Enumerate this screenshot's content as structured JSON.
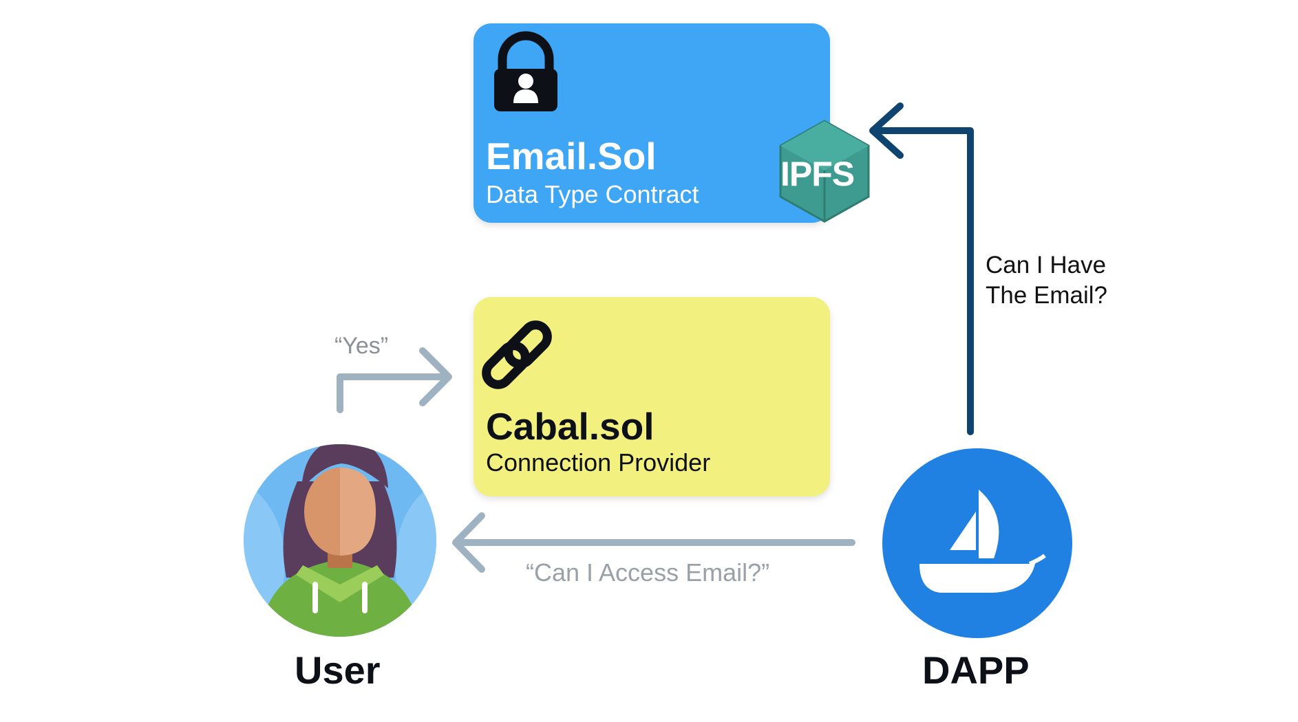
{
  "email_card": {
    "title": "Email.Sol",
    "subtitle": "Data Type Contract",
    "badge": "IPFS",
    "icon": "padlock-user-icon"
  },
  "cabal_card": {
    "title": "Cabal.sol",
    "subtitle": "Connection Provider",
    "icon": "chain-link-icon"
  },
  "labels": {
    "dapp_question": "Can I Have\nThe Email?",
    "user_answer": "“Yes”",
    "dapp_request": "“Can I Access Email?”"
  },
  "nodes": {
    "user": "User",
    "dapp": "DAPP",
    "user_icon": "user-avatar",
    "dapp_icon": "sailboat-logo"
  },
  "colors": {
    "email_card": "#3ea6f5",
    "cabal_card": "#f2f07f",
    "dark_arrow": "#0f4470",
    "light_arrow": "#9fb2c2",
    "dapp_circle": "#2081e2",
    "ipfs_hex": "#3d9b8f"
  }
}
